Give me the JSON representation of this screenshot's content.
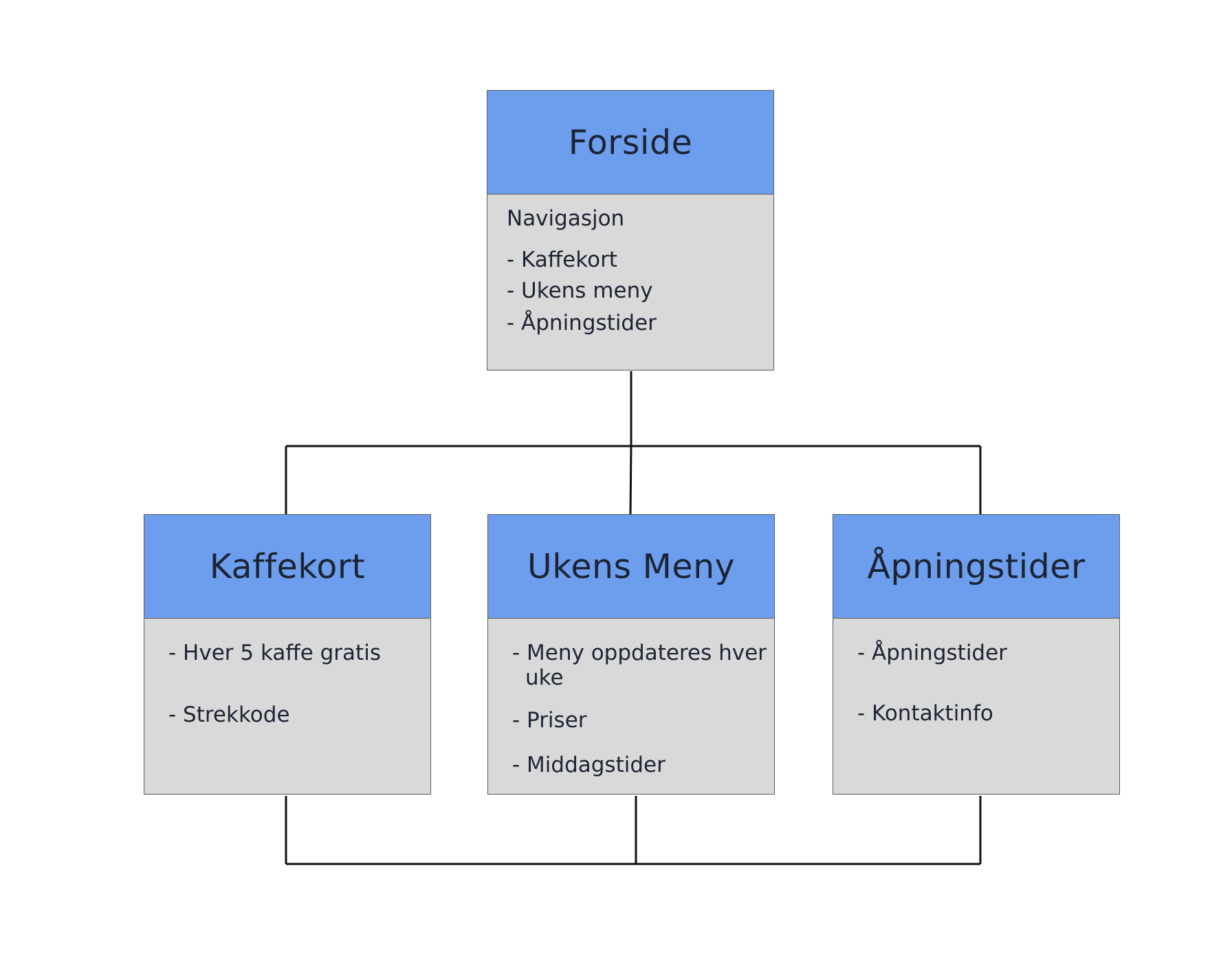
{
  "nodes": {
    "forside": {
      "title": "Forside",
      "items": [
        "Navigasjon",
        "- Kaffekort",
        "- Ukens meny",
        "- Åpningstider"
      ]
    },
    "kaffekort": {
      "title": "Kaffekort",
      "items": [
        "- Hver 5 kaffe gratis",
        "- Strekkode"
      ]
    },
    "ukens_meny": {
      "title": "Ukens Meny",
      "items": [
        "- Meny oppdateres hver",
        "uke",
        "- Priser",
        "- Middagstider"
      ]
    },
    "apningstider": {
      "title": "Åpningstider",
      "items": [
        "- Åpningstider",
        "- Kontaktinfo"
      ]
    }
  },
  "edges": [
    {
      "from": "Forside",
      "to": "Kaffekort"
    },
    {
      "from": "Forside",
      "to": "Ukens Meny"
    },
    {
      "from": "Forside",
      "to": "Åpningstider"
    },
    {
      "from": "Kaffekort",
      "to": "Ukens Meny"
    },
    {
      "from": "Ukens Meny",
      "to": "Åpningstider"
    }
  ],
  "colors": {
    "header": "#6d9eee",
    "body": "#d9d9d9",
    "border": "#5a5a5a",
    "connector": "#111111"
  }
}
